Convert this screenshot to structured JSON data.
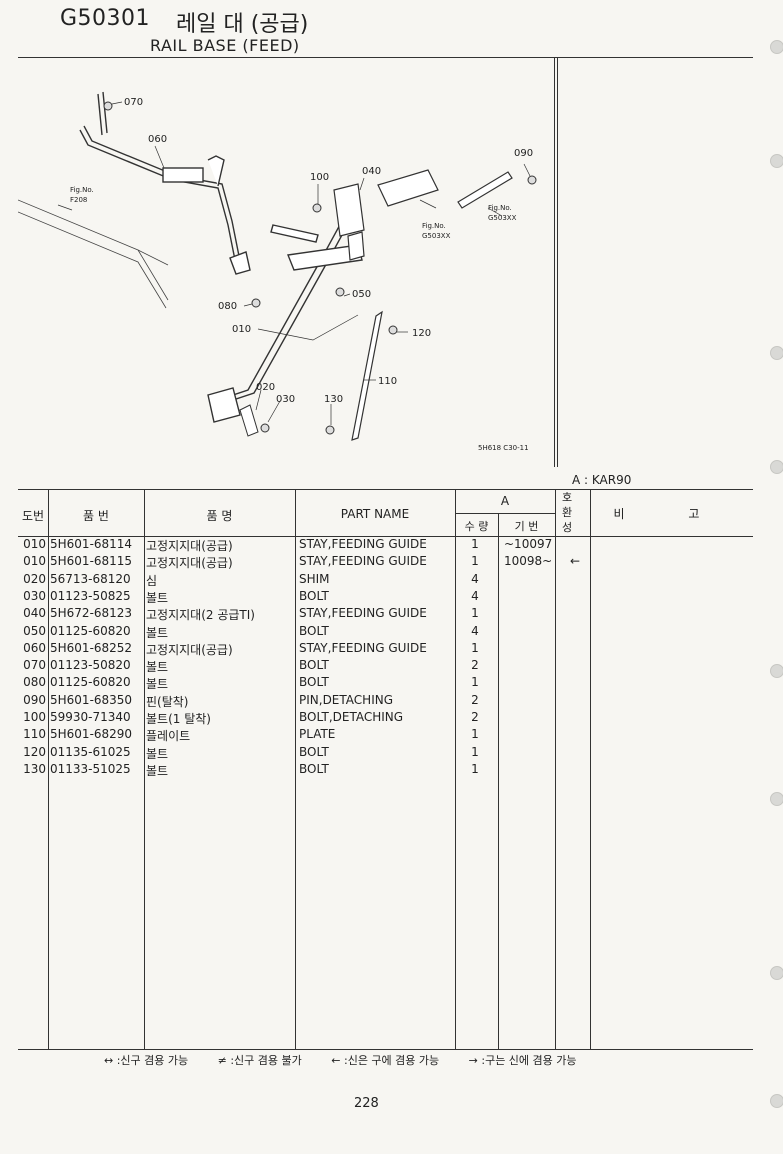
{
  "header": {
    "code": "G50301",
    "title_ko": "레일 대 (공급)",
    "title_en": "RAIL BASE (FEED)"
  },
  "diagram": {
    "callouts": [
      "070",
      "060",
      "090",
      "100",
      "040",
      "080",
      "050",
      "010",
      "120",
      "110",
      "020",
      "030",
      "130"
    ],
    "fig_refs": [
      {
        "label": "Fig.No.",
        "value": "F208"
      },
      {
        "label": "Fig.No.",
        "value": "G503XX"
      },
      {
        "label": "Fig.No.",
        "value": "G503XX"
      }
    ],
    "drawing_no": "5H618 C30-11"
  },
  "model_label": "A : KAR90",
  "table": {
    "headers": {
      "no": "도번",
      "part_no": "품 번",
      "name_ko": "품 명",
      "part_name": "PART NAME",
      "group": "A",
      "qty": "수 량",
      "serial": "기 번",
      "interchange": "호환성",
      "remarks": "비 고"
    },
    "rows": [
      {
        "no": "010",
        "part": "5H601-68114",
        "ko": "고정지지대(공급)",
        "name": "STAY,FEEDING GUIDE",
        "qty": "1",
        "serial": "~10097",
        "inter": ""
      },
      {
        "no": "010",
        "part": "5H601-68115",
        "ko": "고정지지대(공급)",
        "name": "STAY,FEEDING GUIDE",
        "qty": "1",
        "serial": "10098~",
        "inter": "←"
      },
      {
        "no": "020",
        "part": "56713-68120",
        "ko": "심",
        "name": "SHIM",
        "qty": "4",
        "serial": "",
        "inter": ""
      },
      {
        "no": "030",
        "part": "01123-50825",
        "ko": "볼트",
        "name": "BOLT",
        "qty": "4",
        "serial": "",
        "inter": ""
      },
      {
        "no": "040",
        "part": "5H672-68123",
        "ko": "고정지지대(2 공급TI)",
        "name": "STAY,FEEDING GUIDE",
        "qty": "1",
        "serial": "",
        "inter": ""
      },
      {
        "no": "050",
        "part": "01125-60820",
        "ko": "볼트",
        "name": "BOLT",
        "qty": "4",
        "serial": "",
        "inter": ""
      },
      {
        "no": "060",
        "part": "5H601-68252",
        "ko": "고정지지대(공급)",
        "name": "STAY,FEEDING GUIDE",
        "qty": "1",
        "serial": "",
        "inter": ""
      },
      {
        "no": "070",
        "part": "01123-50820",
        "ko": "볼트",
        "name": "BOLT",
        "qty": "2",
        "serial": "",
        "inter": ""
      },
      {
        "no": "080",
        "part": "01125-60820",
        "ko": "볼트",
        "name": "BOLT",
        "qty": "1",
        "serial": "",
        "inter": ""
      },
      {
        "no": "090",
        "part": "5H601-68350",
        "ko": "핀(탈착)",
        "name": "PIN,DETACHING",
        "qty": "2",
        "serial": "",
        "inter": ""
      },
      {
        "no": "100",
        "part": "59930-71340",
        "ko": "볼트(1 탈착)",
        "name": "BOLT,DETACHING",
        "qty": "2",
        "serial": "",
        "inter": ""
      },
      {
        "no": "110",
        "part": "5H601-68290",
        "ko": "플레이트",
        "name": "PLATE",
        "qty": "1",
        "serial": "",
        "inter": ""
      },
      {
        "no": "120",
        "part": "01135-61025",
        "ko": "볼트",
        "name": "BOLT",
        "qty": "1",
        "serial": "",
        "inter": ""
      },
      {
        "no": "130",
        "part": "01133-51025",
        "ko": "볼트",
        "name": "BOLT",
        "qty": "1",
        "serial": "",
        "inter": ""
      }
    ]
  },
  "legend": [
    "↔ :신구 겸용 가능",
    "≠ :신구 겸용 불가",
    "← :신은 구에 겸용 가능",
    "→ :구는 신에 겸용 가능"
  ],
  "page_number": "228"
}
